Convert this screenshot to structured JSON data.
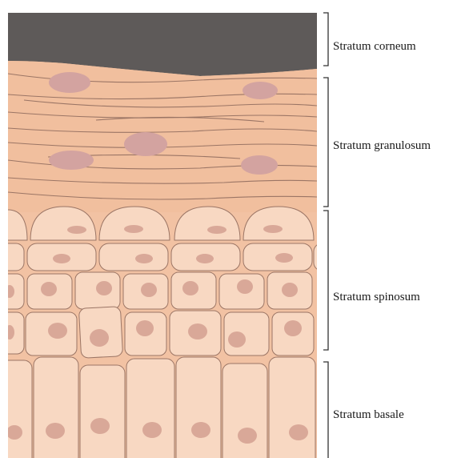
{
  "layers": [
    {
      "id": "corneum",
      "label": "Stratum corneum"
    },
    {
      "id": "granulosum",
      "label": "Stratum granulosum"
    },
    {
      "id": "spinosum",
      "label": "Stratum spinosum"
    },
    {
      "id": "basale",
      "label": "Stratum basale"
    }
  ],
  "colors": {
    "corneum": "#5e5a59",
    "tissue": "#f2c2a3",
    "granulosum_cell": "#f0bb9b",
    "cell_fill": "#f8d8c2",
    "cell_outline": "#9b7565",
    "nucleus": "#d9a898",
    "nucleus_large": "#d3a3a0",
    "bracket": "#333333"
  }
}
